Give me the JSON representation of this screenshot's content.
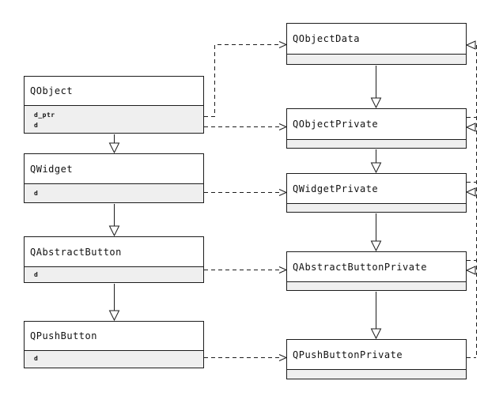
{
  "diagram_type": "uml-class-diagram",
  "nodes": [
    {
      "id": "qobject",
      "label": "QObject",
      "attributes": [
        "d_ptr",
        "d"
      ]
    },
    {
      "id": "qwidget",
      "label": "QWidget",
      "attributes": [
        "d"
      ]
    },
    {
      "id": "qabstractbutton",
      "label": "QAbstractButton",
      "attributes": [
        "d"
      ]
    },
    {
      "id": "qpushbutton",
      "label": "QPushButton",
      "attributes": [
        "d"
      ]
    },
    {
      "id": "qobjectdata",
      "label": "QObjectData",
      "attributes": []
    },
    {
      "id": "qobjectprivate",
      "label": "QObjectPrivate",
      "attributes": []
    },
    {
      "id": "qwidgetprivate",
      "label": "QWidgetPrivate",
      "attributes": []
    },
    {
      "id": "qabstractbuttonprivate",
      "label": "QAbstractButtonPrivate",
      "attributes": []
    },
    {
      "id": "qpushbuttonprivate",
      "label": "QPushButtonPrivate",
      "attributes": []
    }
  ],
  "edges": [
    {
      "from": "QObject",
      "to": "QWidget",
      "style": "solid",
      "head": "hollow-triangle"
    },
    {
      "from": "QWidget",
      "to": "QAbstractButton",
      "style": "solid",
      "head": "hollow-triangle"
    },
    {
      "from": "QAbstractButton",
      "to": "QPushButton",
      "style": "solid",
      "head": "hollow-triangle"
    },
    {
      "from": "QObjectData",
      "to": "QObjectPrivate",
      "style": "solid",
      "head": "hollow-triangle"
    },
    {
      "from": "QObjectPrivate",
      "to": "QWidgetPrivate",
      "style": "solid",
      "head": "hollow-triangle"
    },
    {
      "from": "QWidgetPrivate",
      "to": "QAbstractButtonPrivate",
      "style": "solid",
      "head": "hollow-triangle"
    },
    {
      "from": "QAbstractButtonPrivate",
      "to": "QPushButtonPrivate",
      "style": "solid",
      "head": "hollow-triangle"
    },
    {
      "from": "QObject.d_ptr",
      "to": "QObjectData",
      "style": "dashed",
      "head": "open-arrow"
    },
    {
      "from": "QObject.d",
      "to": "QObjectPrivate",
      "style": "dashed",
      "head": "open-arrow"
    },
    {
      "from": "QWidget.d",
      "to": "QWidgetPrivate",
      "style": "dashed",
      "head": "open-arrow"
    },
    {
      "from": "QAbstractButton.d",
      "to": "QAbstractButtonPrivate",
      "style": "dashed",
      "head": "open-arrow"
    },
    {
      "from": "QPushButton.d",
      "to": "QPushButtonPrivate",
      "style": "dashed",
      "head": "open-arrow"
    },
    {
      "from": "QObjectPrivate",
      "to": "QObjectData",
      "style": "dashed",
      "head": "hollow-triangle"
    },
    {
      "from": "QWidgetPrivate",
      "to": "QObjectPrivate",
      "style": "dashed",
      "head": "hollow-triangle"
    },
    {
      "from": "QAbstractButtonPrivate",
      "to": "QWidgetPrivate",
      "style": "dashed",
      "head": "hollow-triangle"
    },
    {
      "from": "QPushButtonPrivate",
      "to": "QAbstractButtonPrivate",
      "style": "dashed",
      "head": "hollow-triangle"
    }
  ],
  "colors": {
    "background": "#ffffff",
    "box_fill": "#ffffff",
    "attribute_fill": "#efefef",
    "line": "#1c1c1c",
    "text": "#111111"
  }
}
